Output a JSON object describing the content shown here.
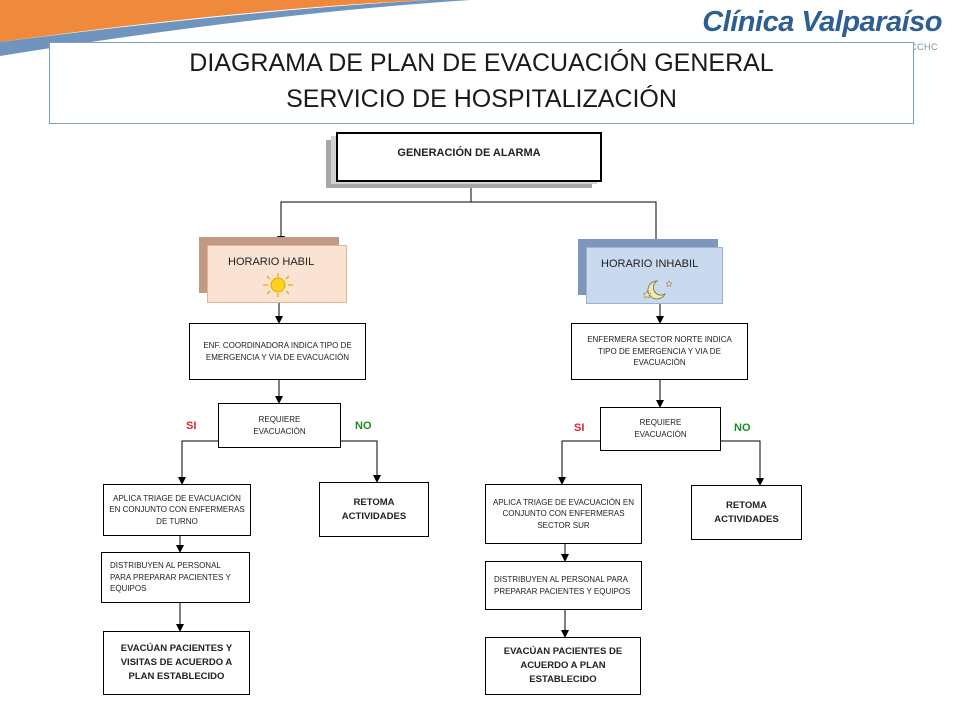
{
  "header": {
    "title_line1": "DIAGRAMA DE PLAN DE EVACUACIÓN GENERAL",
    "title_line2": "SERVICIO DE HOSPITALIZACIÓN"
  },
  "logo": {
    "name": "Clínica Valparaíso",
    "tagline": "SOMOS CCHC"
  },
  "colors": {
    "band_orange": "#ef8a3c",
    "band_blue": "#6f95bf",
    "title_border": "#7f9fbf",
    "habil_fill": "#fbe3d3",
    "habil_shadow": "#c09a83",
    "inhabil_fill": "#c9d9ee",
    "inhabil_shadow": "#7f96b8",
    "si": "#e0262b",
    "no": "#1a8a2a"
  },
  "diagram": {
    "alarm": "GENERACIÓN DE ALARMA",
    "left": {
      "horario": "HORARIO HABIL",
      "horario_icon": "sun-icon",
      "coordinator": "ENF. COORDINADORA INDICA TIPO DE EMERGENCIA Y  VIA DE EVACUACIÓN",
      "decision": "REQUIERE EVACUACIÓN",
      "si": "SI",
      "no": "NO",
      "triage": "APLICA  TRIAGE DE EVACUACIÓN EN CONJUNTO CON ENFERMERAS DE TURNO",
      "distribute": "DISTRIBUYEN  AL PERSONAL PARA PREPARAR PACIENTES Y EQUIPOS",
      "evacuate": "EVACÚAN PACIENTES Y VISITAS DE ACUERDO A PLAN ESTABLECIDO",
      "resume": "RETOMA ACTIVIDADES"
    },
    "right": {
      "horario": "HORARIO INHABIL",
      "horario_icon": "moon-icon",
      "coordinator": "ENFERMERA SECTOR NORTE INDICA TIPO DE EMERGENCIA Y  VIA DE EVACUACIÓN",
      "decision": "REQUIERE EVACUACIÓN",
      "si": "SI",
      "no": "NO",
      "triage": "APLICA  TRIAGE DE EVACUACIÓN EN CONJUNTO CON ENFERMERAS SECTOR SUR",
      "distribute": "DISTRIBUYEN  AL PERSONAL PARA PREPARAR PACIENTES Y EQUIPOS",
      "evacuate": "EVACÚAN PACIENTES DE ACUERDO A PLAN ESTABLECIDO",
      "resume": "RETOMA ACTIVIDADES"
    }
  }
}
